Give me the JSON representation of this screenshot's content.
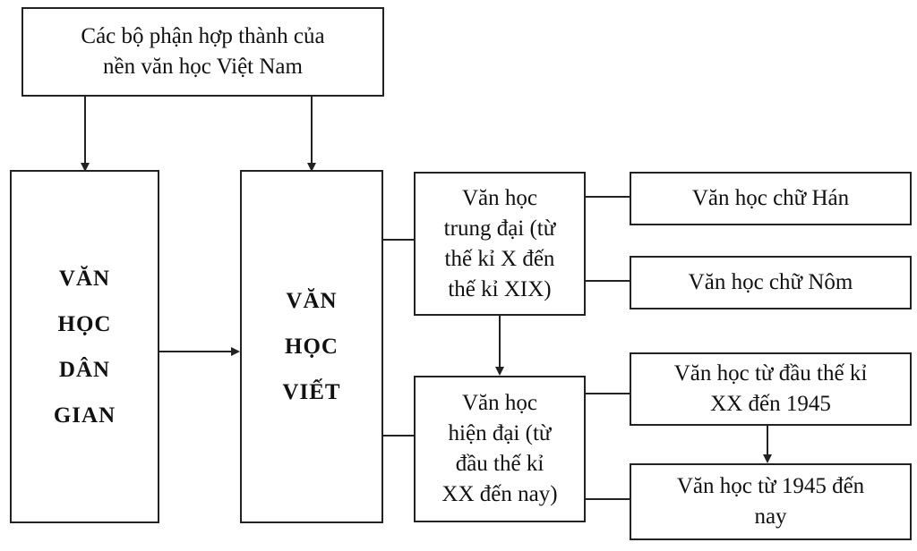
{
  "diagram": {
    "root": {
      "label": "Các bộ phận hợp thành của\nnền văn học Việt Nam"
    },
    "folk": {
      "label": "VĂN\nHỌC\nDÂN\nGIAN"
    },
    "written": {
      "label": "VĂN\nHỌC\nVIẾT"
    },
    "medieval": {
      "label": "Văn học\ntrung đại (từ\nthế kỉ X đến\nthế kỉ XIX)"
    },
    "modern": {
      "label": "Văn học\nhiện đại (từ\nđầu thế kỉ\nXX đến nay)"
    },
    "han": {
      "label": "Văn học chữ Hán"
    },
    "nom": {
      "label": "Văn học chữ Nôm"
    },
    "early20": {
      "label": "Văn học từ đầu thế kỉ\nXX đến 1945"
    },
    "post1945": {
      "label": "Văn học từ 1945 đến\nnay"
    }
  },
  "colors": {
    "stroke": "#222222",
    "background": "#ffffff",
    "text": "#111111"
  }
}
